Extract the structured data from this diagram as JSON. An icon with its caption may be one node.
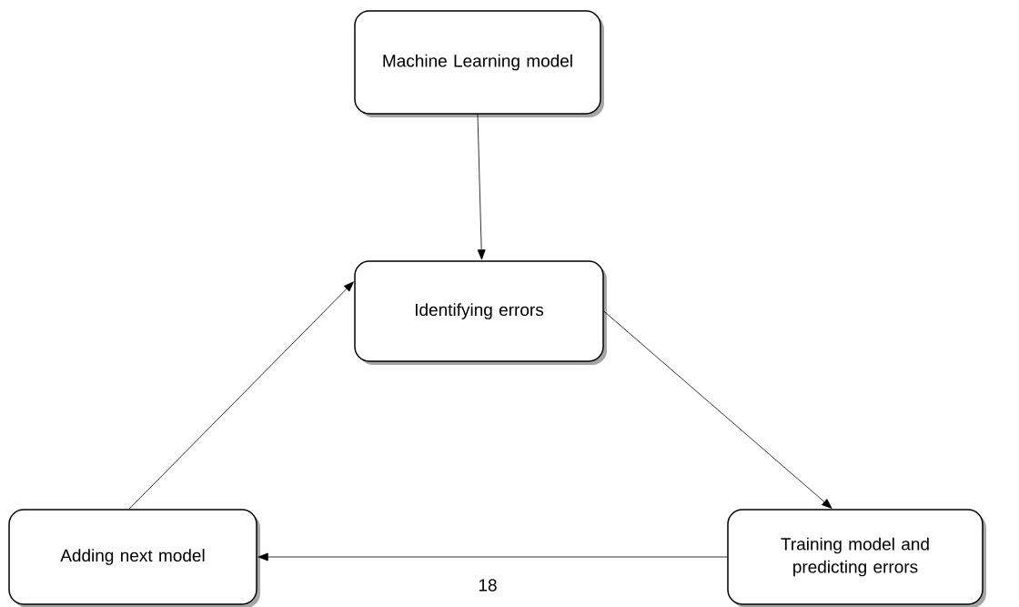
{
  "diagram": {
    "nodes": [
      {
        "text": [
          "Machine Learning model"
        ]
      },
      {
        "text": [
          "Identifying errors"
        ]
      },
      {
        "text": [
          "Training model and predicting errors"
        ]
      },
      {
        "text": [
          "Adding next model"
        ]
      }
    ],
    "edges": [
      {
        "from": 0,
        "to": 1,
        "arrow": "to"
      },
      {
        "from": 1,
        "to": 2,
        "arrow": "to"
      },
      {
        "from": 2,
        "to": 3,
        "arrow": "to"
      },
      {
        "from": 3,
        "to": 1,
        "arrow": "to"
      }
    ],
    "labels": [
      "18"
    ]
  }
}
